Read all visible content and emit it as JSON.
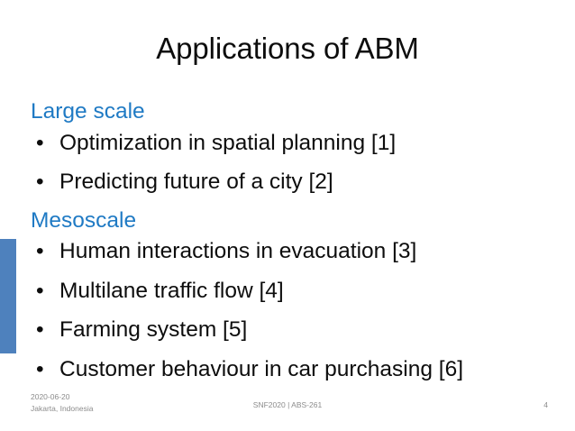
{
  "slide": {
    "title": "Applications of ABM",
    "accent_color": "#4E81BD",
    "heading_color": "#1F7AC4",
    "text_color": "#0d0d0d",
    "footer_color": "#8c8c8c",
    "bullet_glyph": "•"
  },
  "sections": [
    {
      "heading": "Large scale",
      "items": [
        "Optimization in spatial planning [1]",
        "Predicting future of a city [2]"
      ]
    },
    {
      "heading": "Mesoscale",
      "items": [
        "Human interactions in evacuation [3]",
        "Multilane traffic flow [4]",
        "Farming system [5]",
        "Customer behaviour in car purchasing [6]"
      ]
    }
  ],
  "footer": {
    "date": "2020-06-20",
    "location": "Jakarta, Indonesia",
    "center": "SNF2020 | ABS-261",
    "page_number": "4"
  }
}
